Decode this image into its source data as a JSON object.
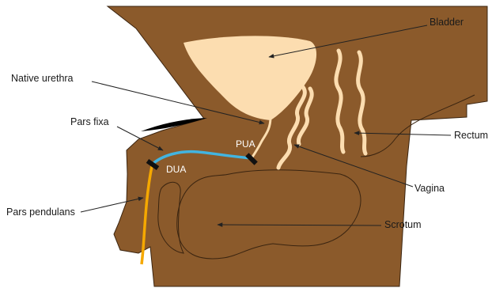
{
  "labels": {
    "bladder": "Bladder",
    "native_urethra": "Native urethra",
    "pars_fixa": "Pars fixa",
    "pua": "PUA",
    "dua": "DUA",
    "rectum": "Rectum",
    "vagina": "Vagina",
    "scrotum": "Scrotum",
    "pars_pendulans": "Pars pendulans"
  },
  "colors": {
    "tissue": "#8B5A2B",
    "organ": "#FCDDB0",
    "pars_fixa_line": "#42B4E0",
    "pars_pendulans_line": "#F5A800",
    "anastomosis_marker": "#111111"
  }
}
